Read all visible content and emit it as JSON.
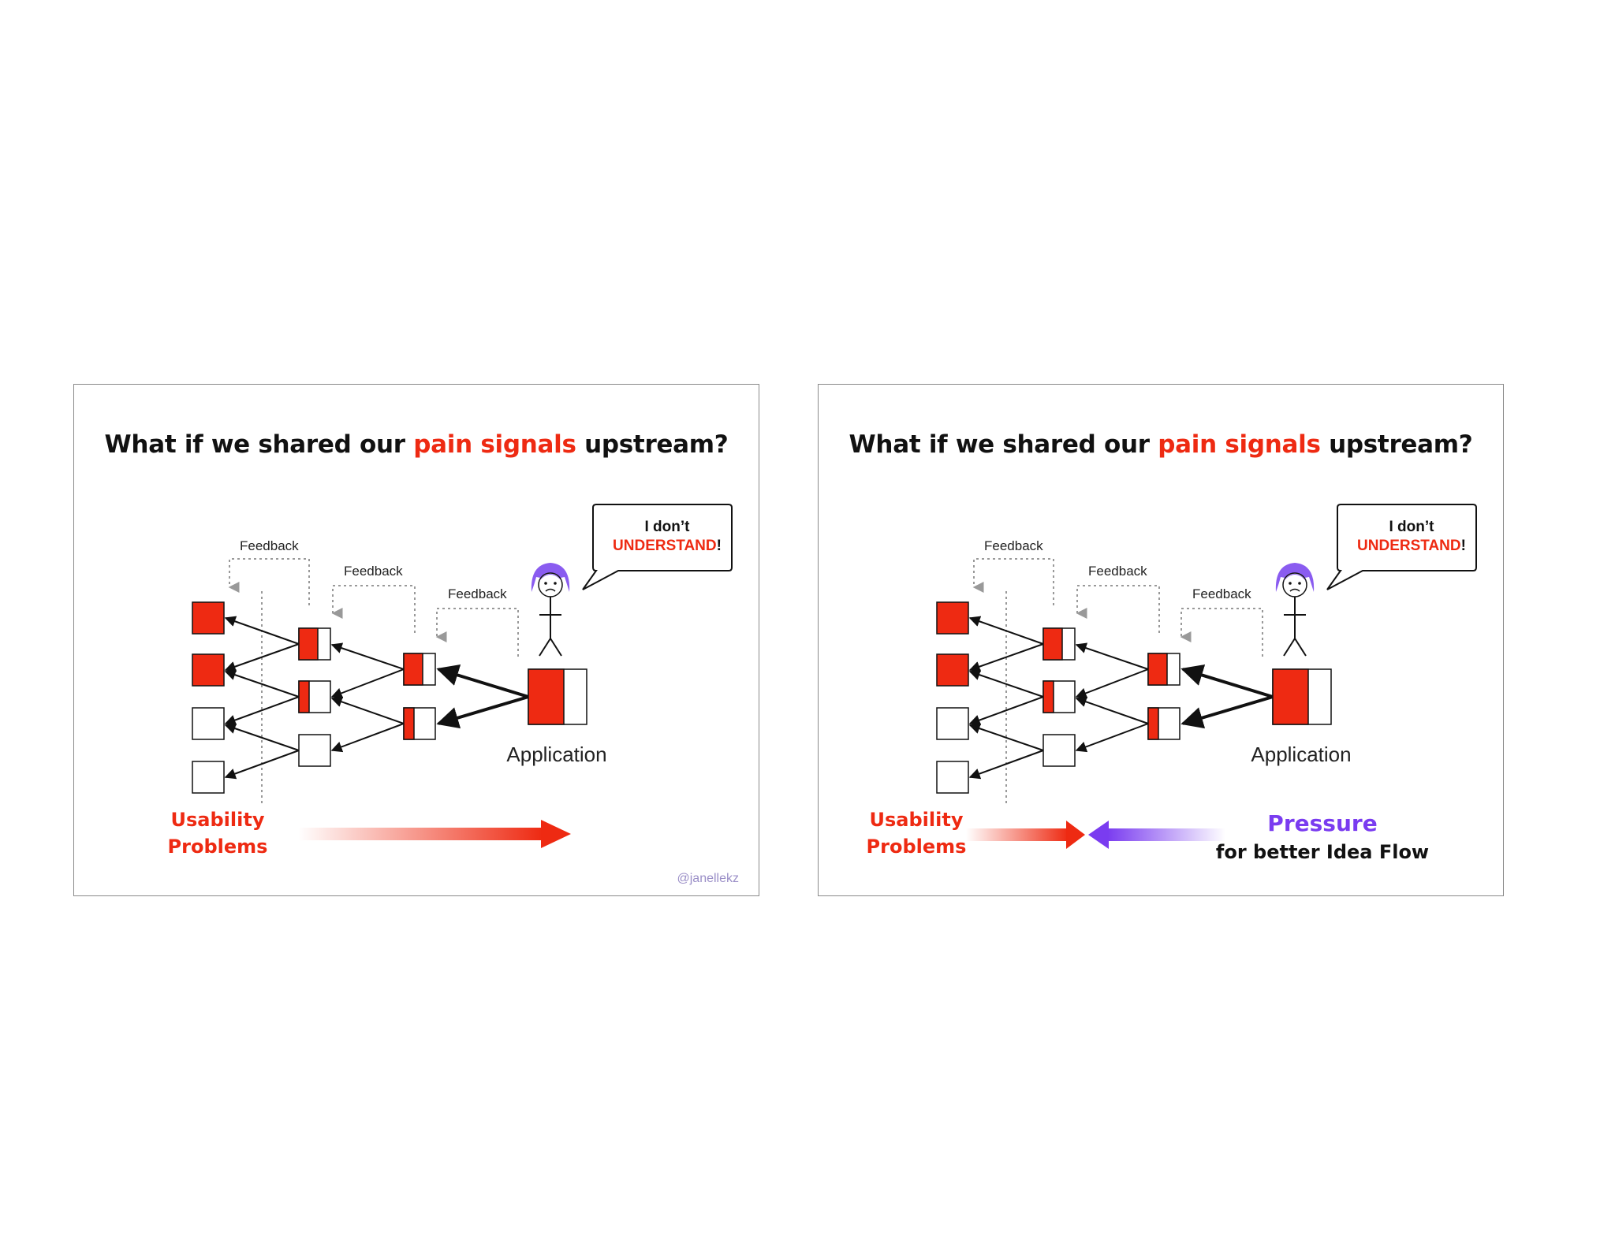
{
  "colors": {
    "pain": "#ee2a12",
    "pressure": "#7a3cf0",
    "hair": "#8a5cf0",
    "border": "#8a8a8a"
  },
  "slides": [
    {
      "title_before": "What if we shared our ",
      "title_highlight": "pain signals",
      "title_after": " upstream?",
      "feedback_labels": [
        "Feedback",
        "Feedback",
        "Feedback"
      ],
      "bubble_line1": "I don’t",
      "bubble_line2_red": "UNDERSTAND",
      "bubble_line2_end": "!",
      "app_label": "Application",
      "usability_line1": "Usability",
      "usability_line2": "Problems",
      "credit": "@janellekz"
    },
    {
      "title_before": "What if we shared our ",
      "title_highlight": "pain signals",
      "title_after": " upstream?",
      "feedback_labels": [
        "Feedback",
        "Feedback",
        "Feedback"
      ],
      "bubble_line1": "I don’t",
      "bubble_line2_red": "UNDERSTAND",
      "bubble_line2_end": "!",
      "app_label": "Application",
      "usability_line1": "Usability",
      "usability_line2": "Problems",
      "pressure_line1": "Pressure",
      "pressure_line2": "for better Idea Flow"
    }
  ]
}
